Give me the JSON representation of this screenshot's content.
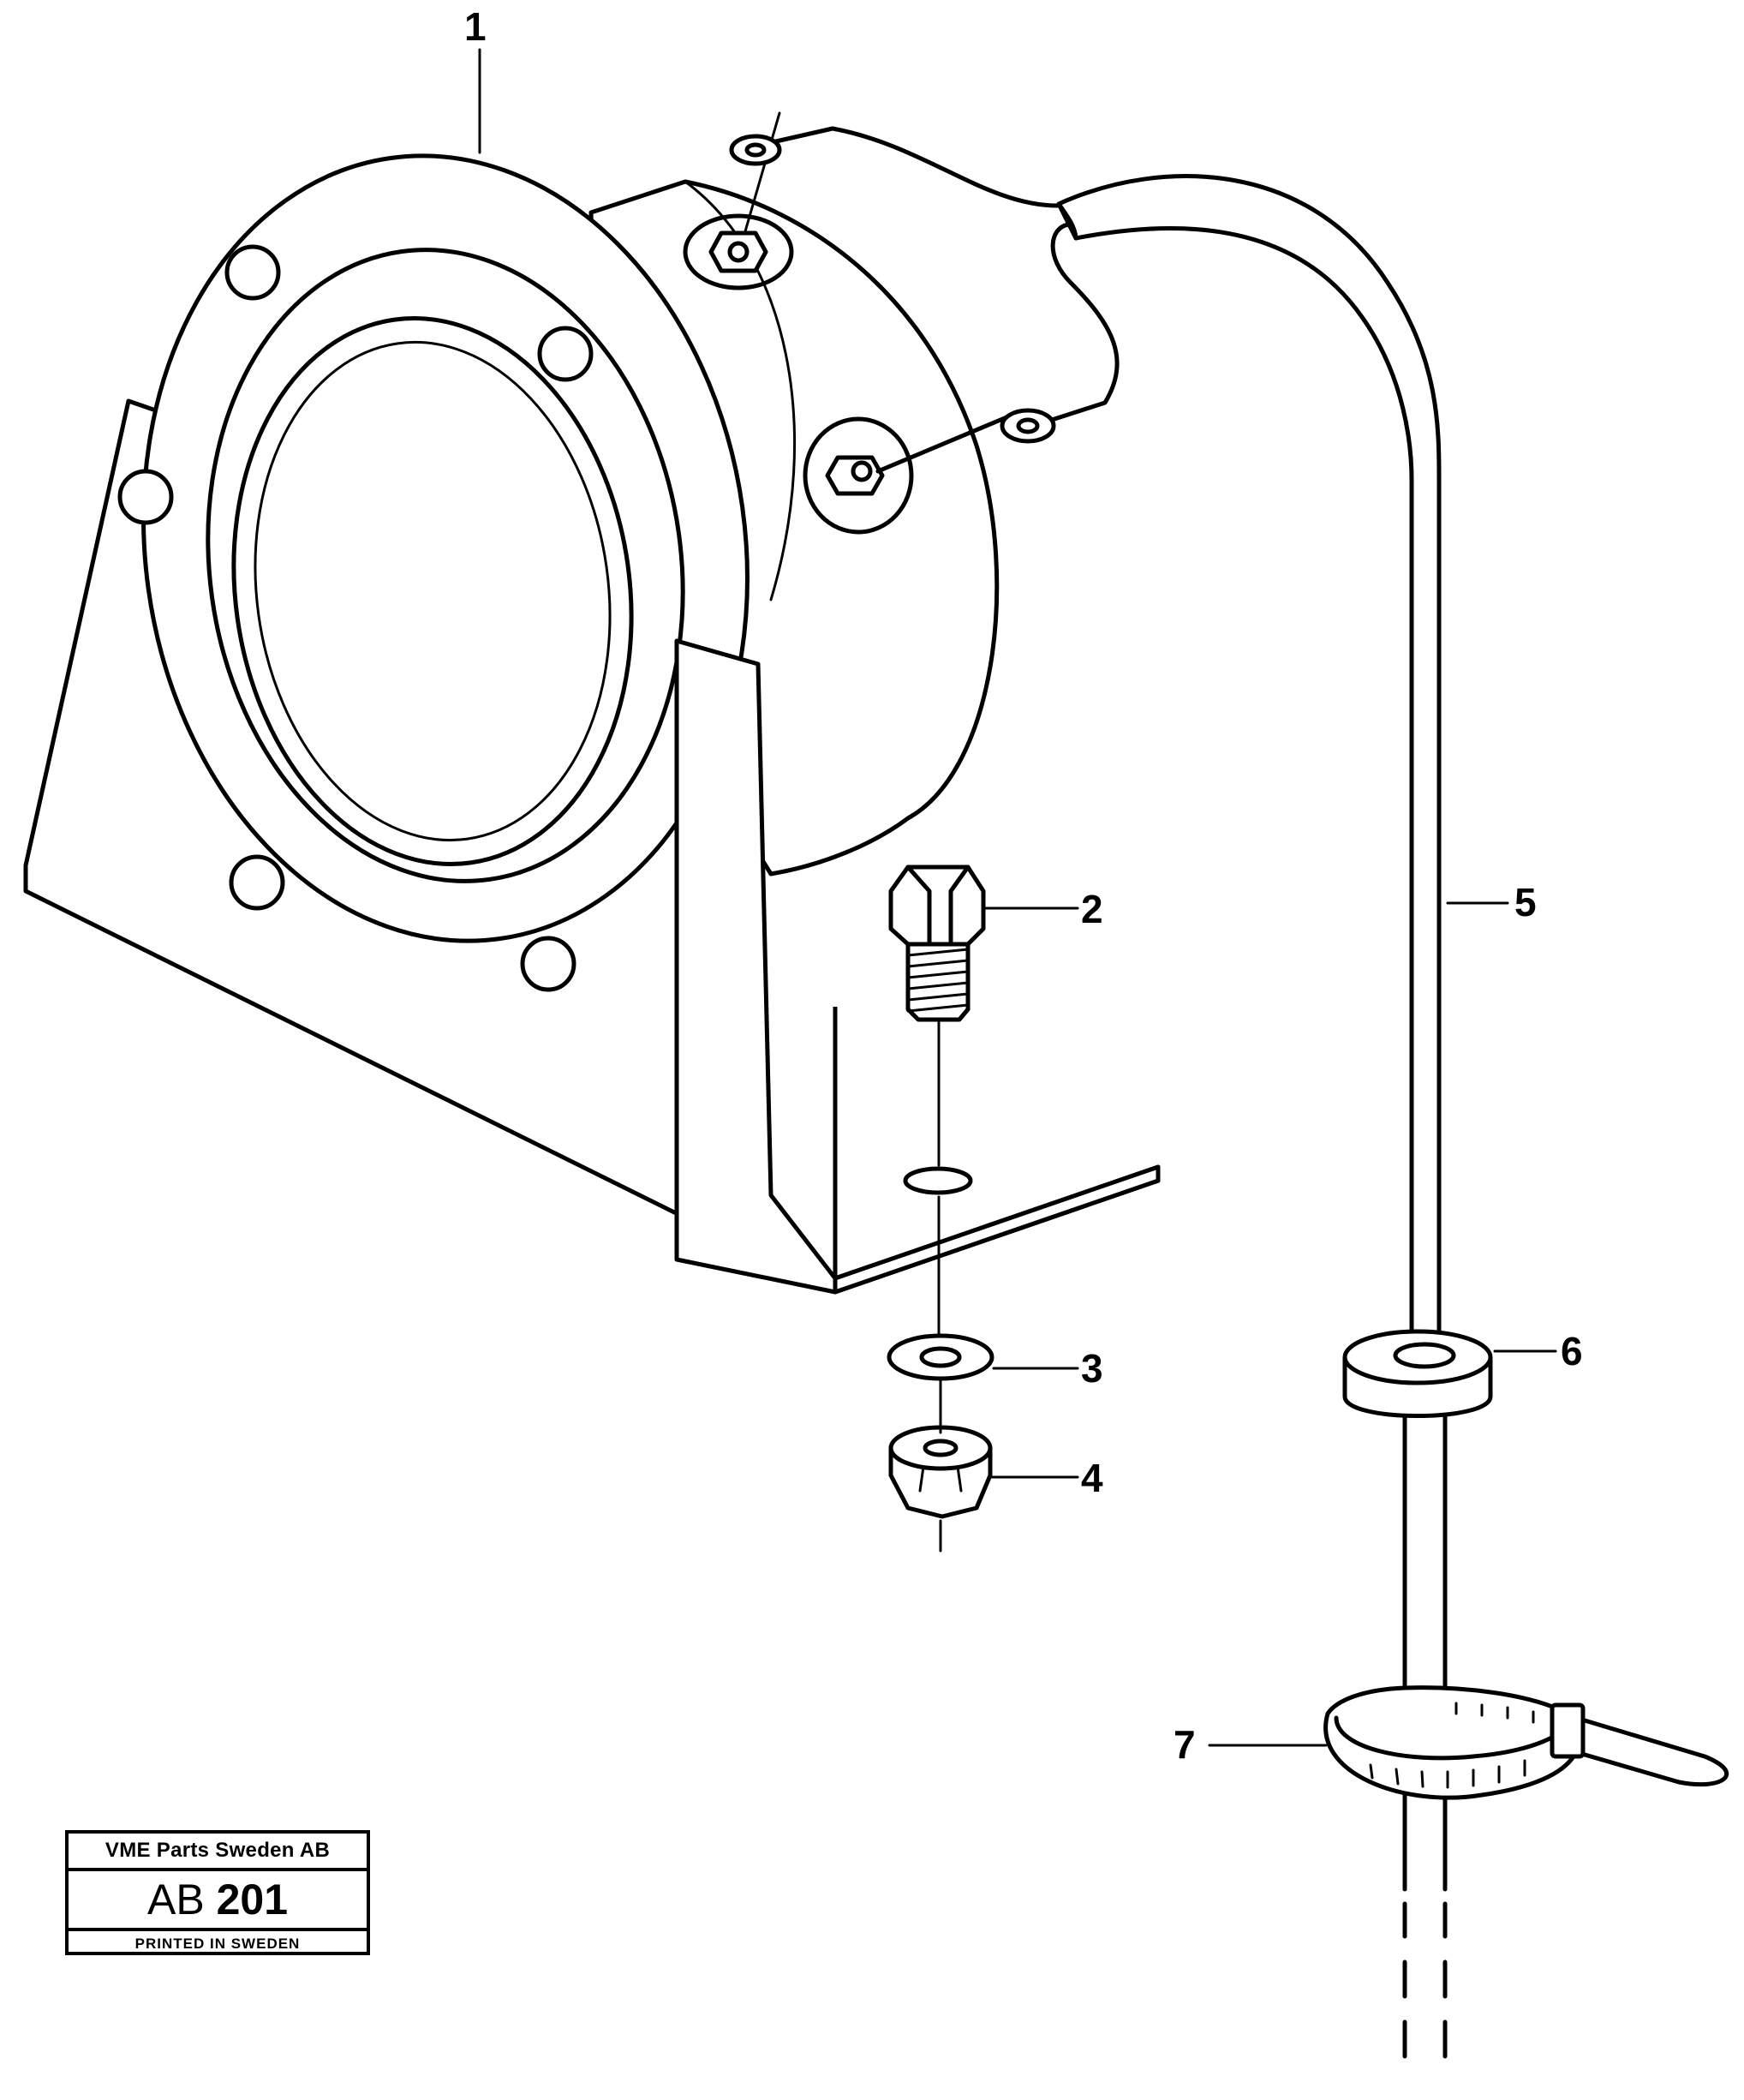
{
  "callouts": [
    {
      "id": "1",
      "label": "1"
    },
    {
      "id": "2",
      "label": "2"
    },
    {
      "id": "3",
      "label": "3"
    },
    {
      "id": "4",
      "label": "4"
    },
    {
      "id": "5",
      "label": "5"
    },
    {
      "id": "6",
      "label": "6"
    },
    {
      "id": "7",
      "label": "7"
    }
  ],
  "stamp": {
    "company": "VME Parts Sweden AB",
    "code_prefix": "AB",
    "code_number": "201",
    "printed": "PRINTED IN SWEDEN"
  }
}
